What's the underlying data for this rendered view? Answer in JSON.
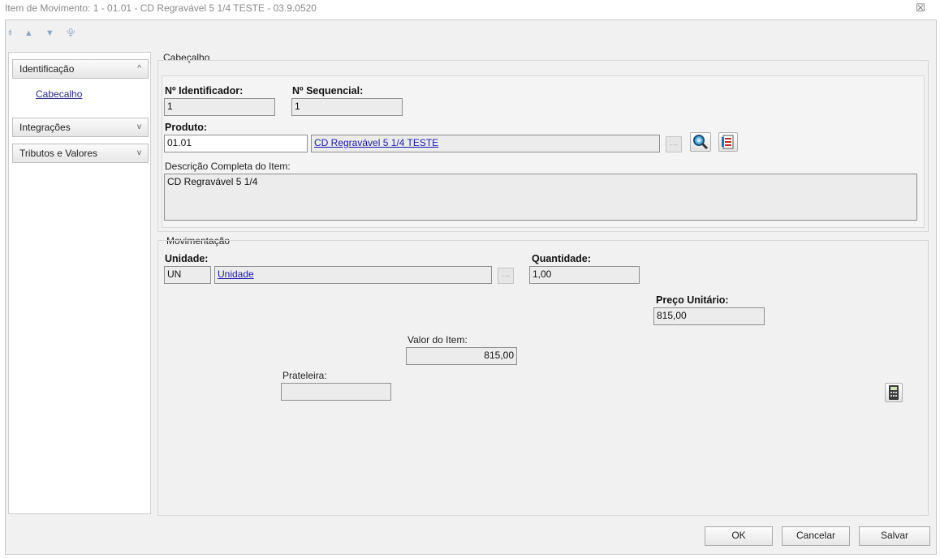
{
  "window": {
    "title": "Item de Movimento: 1 - 01.01 - CD Regravável 5 1/4 TESTE - 03.9.0520",
    "close_glyph": "☒"
  },
  "nav_arrows": "⯒ ▲ ▼ ⯓",
  "sidebar": {
    "groups": [
      {
        "label": "Identificação",
        "chevron": "^"
      },
      {
        "label": "Integrações",
        "chevron": "v"
      },
      {
        "label": "Tributos e Valores",
        "chevron": "v"
      }
    ],
    "sub_items": [
      "Cabecalho"
    ]
  },
  "cabecalho": {
    "group_title": "Cabeçalho",
    "identificador": {
      "label": "Nº Identificador:",
      "value": "1"
    },
    "sequencial": {
      "label": "Nº Sequencial:",
      "value": "1"
    },
    "produto": {
      "label": "Produto:",
      "code": "01.01",
      "name": "CD Regravável 5 1/4 TESTE"
    },
    "descricao": {
      "label": "Descrição Completa do Item:",
      "value": "CD Regravável 5 1/4"
    }
  },
  "movimentacao": {
    "group_title": "Movimentação",
    "unidade": {
      "label": "Unidade:",
      "code": "UN",
      "name": "Unidade"
    },
    "quantidade": {
      "label": "Quantidade:",
      "value": "1,00"
    },
    "preco_unitario": {
      "label": "Preço Unitário:",
      "value": "815,00"
    },
    "valor_item": {
      "label": "Valor do Item:",
      "value": "815,00"
    },
    "prateleira": {
      "label": "Prateleira:",
      "value": ""
    }
  },
  "buttons": {
    "ok": "OK",
    "cancel": "Cancelar",
    "save": "Salvar"
  },
  "colors": {
    "link": "#1a1ab0",
    "nav_arrows": "#8ea6c4"
  }
}
